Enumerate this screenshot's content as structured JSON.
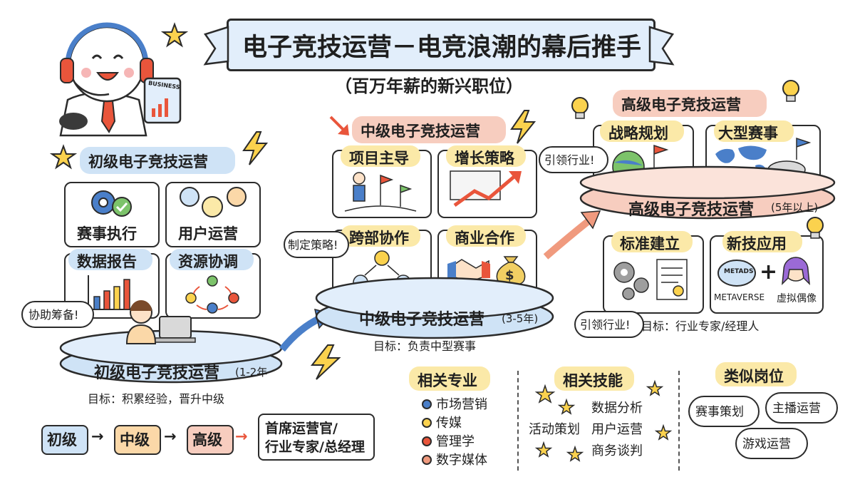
{
  "title": "电子竞技运营－电竞浪潮的幕后推手",
  "subtitle": "（百万年薪的新兴职位）",
  "junior": {
    "heading": "初级电子竞技运营",
    "cards": [
      "赛事执行",
      "用户运营",
      "数据报告",
      "资源协调"
    ],
    "speech": "协助筹备!",
    "platform_label": "初级电子竞技运营",
    "years": "(1-2年",
    "goal": "目标：积累经验，晋升中级"
  },
  "middle": {
    "heading": "中级电子竞技运营",
    "cards": [
      "项目主导",
      "增长策略",
      "跨部协作",
      "商业合作"
    ],
    "speech": "制定策略!",
    "platform_label": "中级电子竞技运营",
    "years": "(3-5年)",
    "goal": "目标：负责中型赛事"
  },
  "senior": {
    "heading": "高级电子竞技运营",
    "cards": [
      "战略规划",
      "大型赛事",
      "标准建立",
      "新技应用"
    ],
    "speech_top": "引领行业!",
    "speech_bottom": "引领行业!",
    "platform_label": "高级电子竞技运营",
    "years": "(5年以上)",
    "goal": "目标：行业专家/经理人",
    "metaverse_badge": "METADS",
    "metaverse_label": "METAVERSE",
    "idol_label": "虚拟偶像"
  },
  "mascot_tablet": "BUSINESS",
  "path": {
    "steps": [
      "初级",
      "中级",
      "高级"
    ],
    "final_line1": "首席运营官/",
    "final_line2": "行业专家/总经理"
  },
  "majors": {
    "heading": "相关专业",
    "items": [
      "市场营销",
      "传媒",
      "管理学",
      "数字媒体"
    ]
  },
  "skills": {
    "heading": "相关技能",
    "items": [
      "数据分析",
      "活动策划",
      "用户运营",
      "商务谈判"
    ]
  },
  "similar": {
    "heading": "类似岗位",
    "items": [
      "赛事策划",
      "主播运营",
      "游戏运营"
    ]
  },
  "colors": {
    "junior": "#cfe3f6",
    "middle": "#f7cdbf",
    "senior": "#f7cdbf",
    "banner": "#e2eefb",
    "yellow": "#fbe9a8",
    "arrow": "#4a7fc9",
    "arrow_pink": "#f09a7e"
  },
  "icons": [
    "headset-mascot-icon",
    "star-icon",
    "lightning-icon",
    "gear-check-icon",
    "users-icon",
    "bar-chart-icon",
    "cycle-people-icon",
    "person-flag-icon",
    "growth-chart-icon",
    "team-network-icon",
    "handshake-icon",
    "money-bag-icon",
    "globe-flag-icon",
    "world-map-icon",
    "gears-document-icon",
    "lightbulb-icon"
  ]
}
